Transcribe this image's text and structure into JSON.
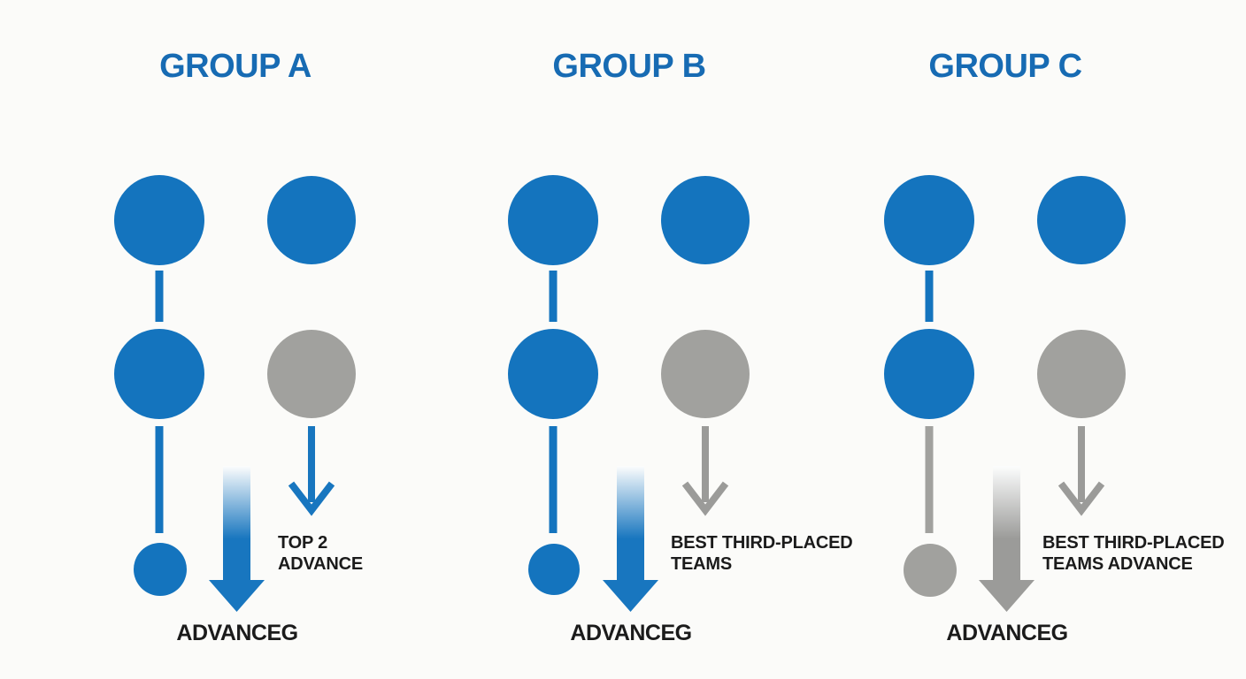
{
  "page": {
    "background": "#FBFBF9"
  },
  "colors": {
    "blue": "#1474BE",
    "gray": "#A1A19E",
    "title_blue": "#176BB3",
    "text": "#1B1B1B",
    "gradient_start": "#FCFDFD"
  },
  "groups": [
    {
      "title": "GROUP A",
      "side_label": [
        "TOP 2",
        "ADVANCE"
      ],
      "bottom_label": "ADVANCEG",
      "colors": {
        "circle_top_left": "#1474BE",
        "circle_top_right": "#1474BE",
        "circle_mid_left": "#1474BE",
        "circle_mid_right": "#A1A19E",
        "connector_top": "#1474BE",
        "connector_bottom": "#1474BE",
        "small_circle": "#1474BE",
        "big_arrow": "#1876BF",
        "thin_arrow": "#1876BF"
      }
    },
    {
      "title": "GROUP B",
      "side_label": [
        "BEST THIRD-PLACED",
        "TEAMS"
      ],
      "bottom_label": "ADVANCEG",
      "colors": {
        "circle_top_left": "#1474BE",
        "circle_top_right": "#1474BE",
        "circle_mid_left": "#1474BE",
        "circle_mid_right": "#A1A19E",
        "connector_top": "#1474BE",
        "connector_bottom": "#1474BE",
        "small_circle": "#1474BE",
        "big_arrow": "#1876BF",
        "thin_arrow": "#9B9B99"
      }
    },
    {
      "title": "GROUP C",
      "side_label": [
        "BEST THIRD-PLACED",
        "TEAMS ADVANCE"
      ],
      "bottom_label": "ADVANCEG",
      "colors": {
        "circle_top_left": "#1474BE",
        "circle_top_right": "#1474BE",
        "circle_mid_left": "#1474BE",
        "circle_mid_right": "#A1A19E",
        "connector_top": "#1474BE",
        "connector_bottom": "#A1A19E",
        "small_circle": "#A1A19E",
        "big_arrow": "#9B9B99",
        "thin_arrow": "#9B9B99"
      }
    }
  ]
}
